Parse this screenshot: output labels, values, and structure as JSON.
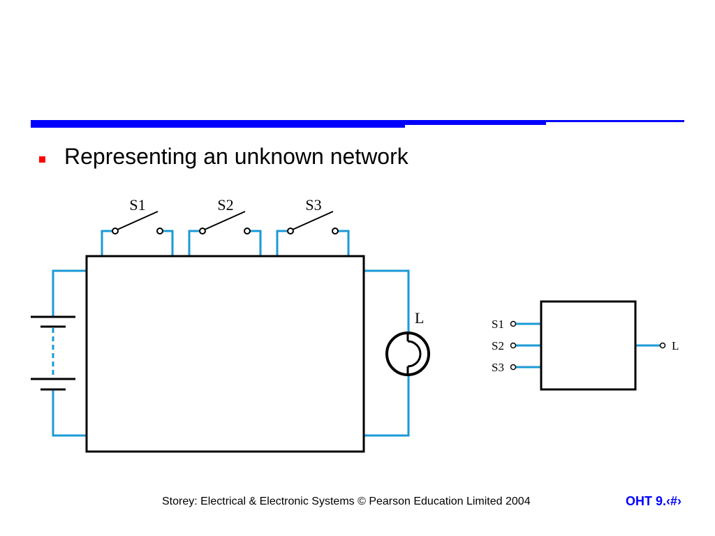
{
  "slide": {
    "bullet": "Representing an unknown network",
    "footer": "Storey: Electrical & Electronic Systems © Pearson Education Limited 2004",
    "slide_number": "OHT 9.‹#›"
  },
  "diagram": {
    "left_circuit": {
      "switch_labels": [
        "S1",
        "S2",
        "S3"
      ],
      "lamp_label": "L"
    },
    "block_diagram": {
      "input_labels": [
        "S1",
        "S2",
        "S3"
      ],
      "output_label": "L"
    }
  },
  "colors": {
    "header_rule": "#0000ff",
    "bullet_marker": "#ff0000",
    "wire": "#1a9ad6",
    "footer_number": "#0000ff"
  }
}
